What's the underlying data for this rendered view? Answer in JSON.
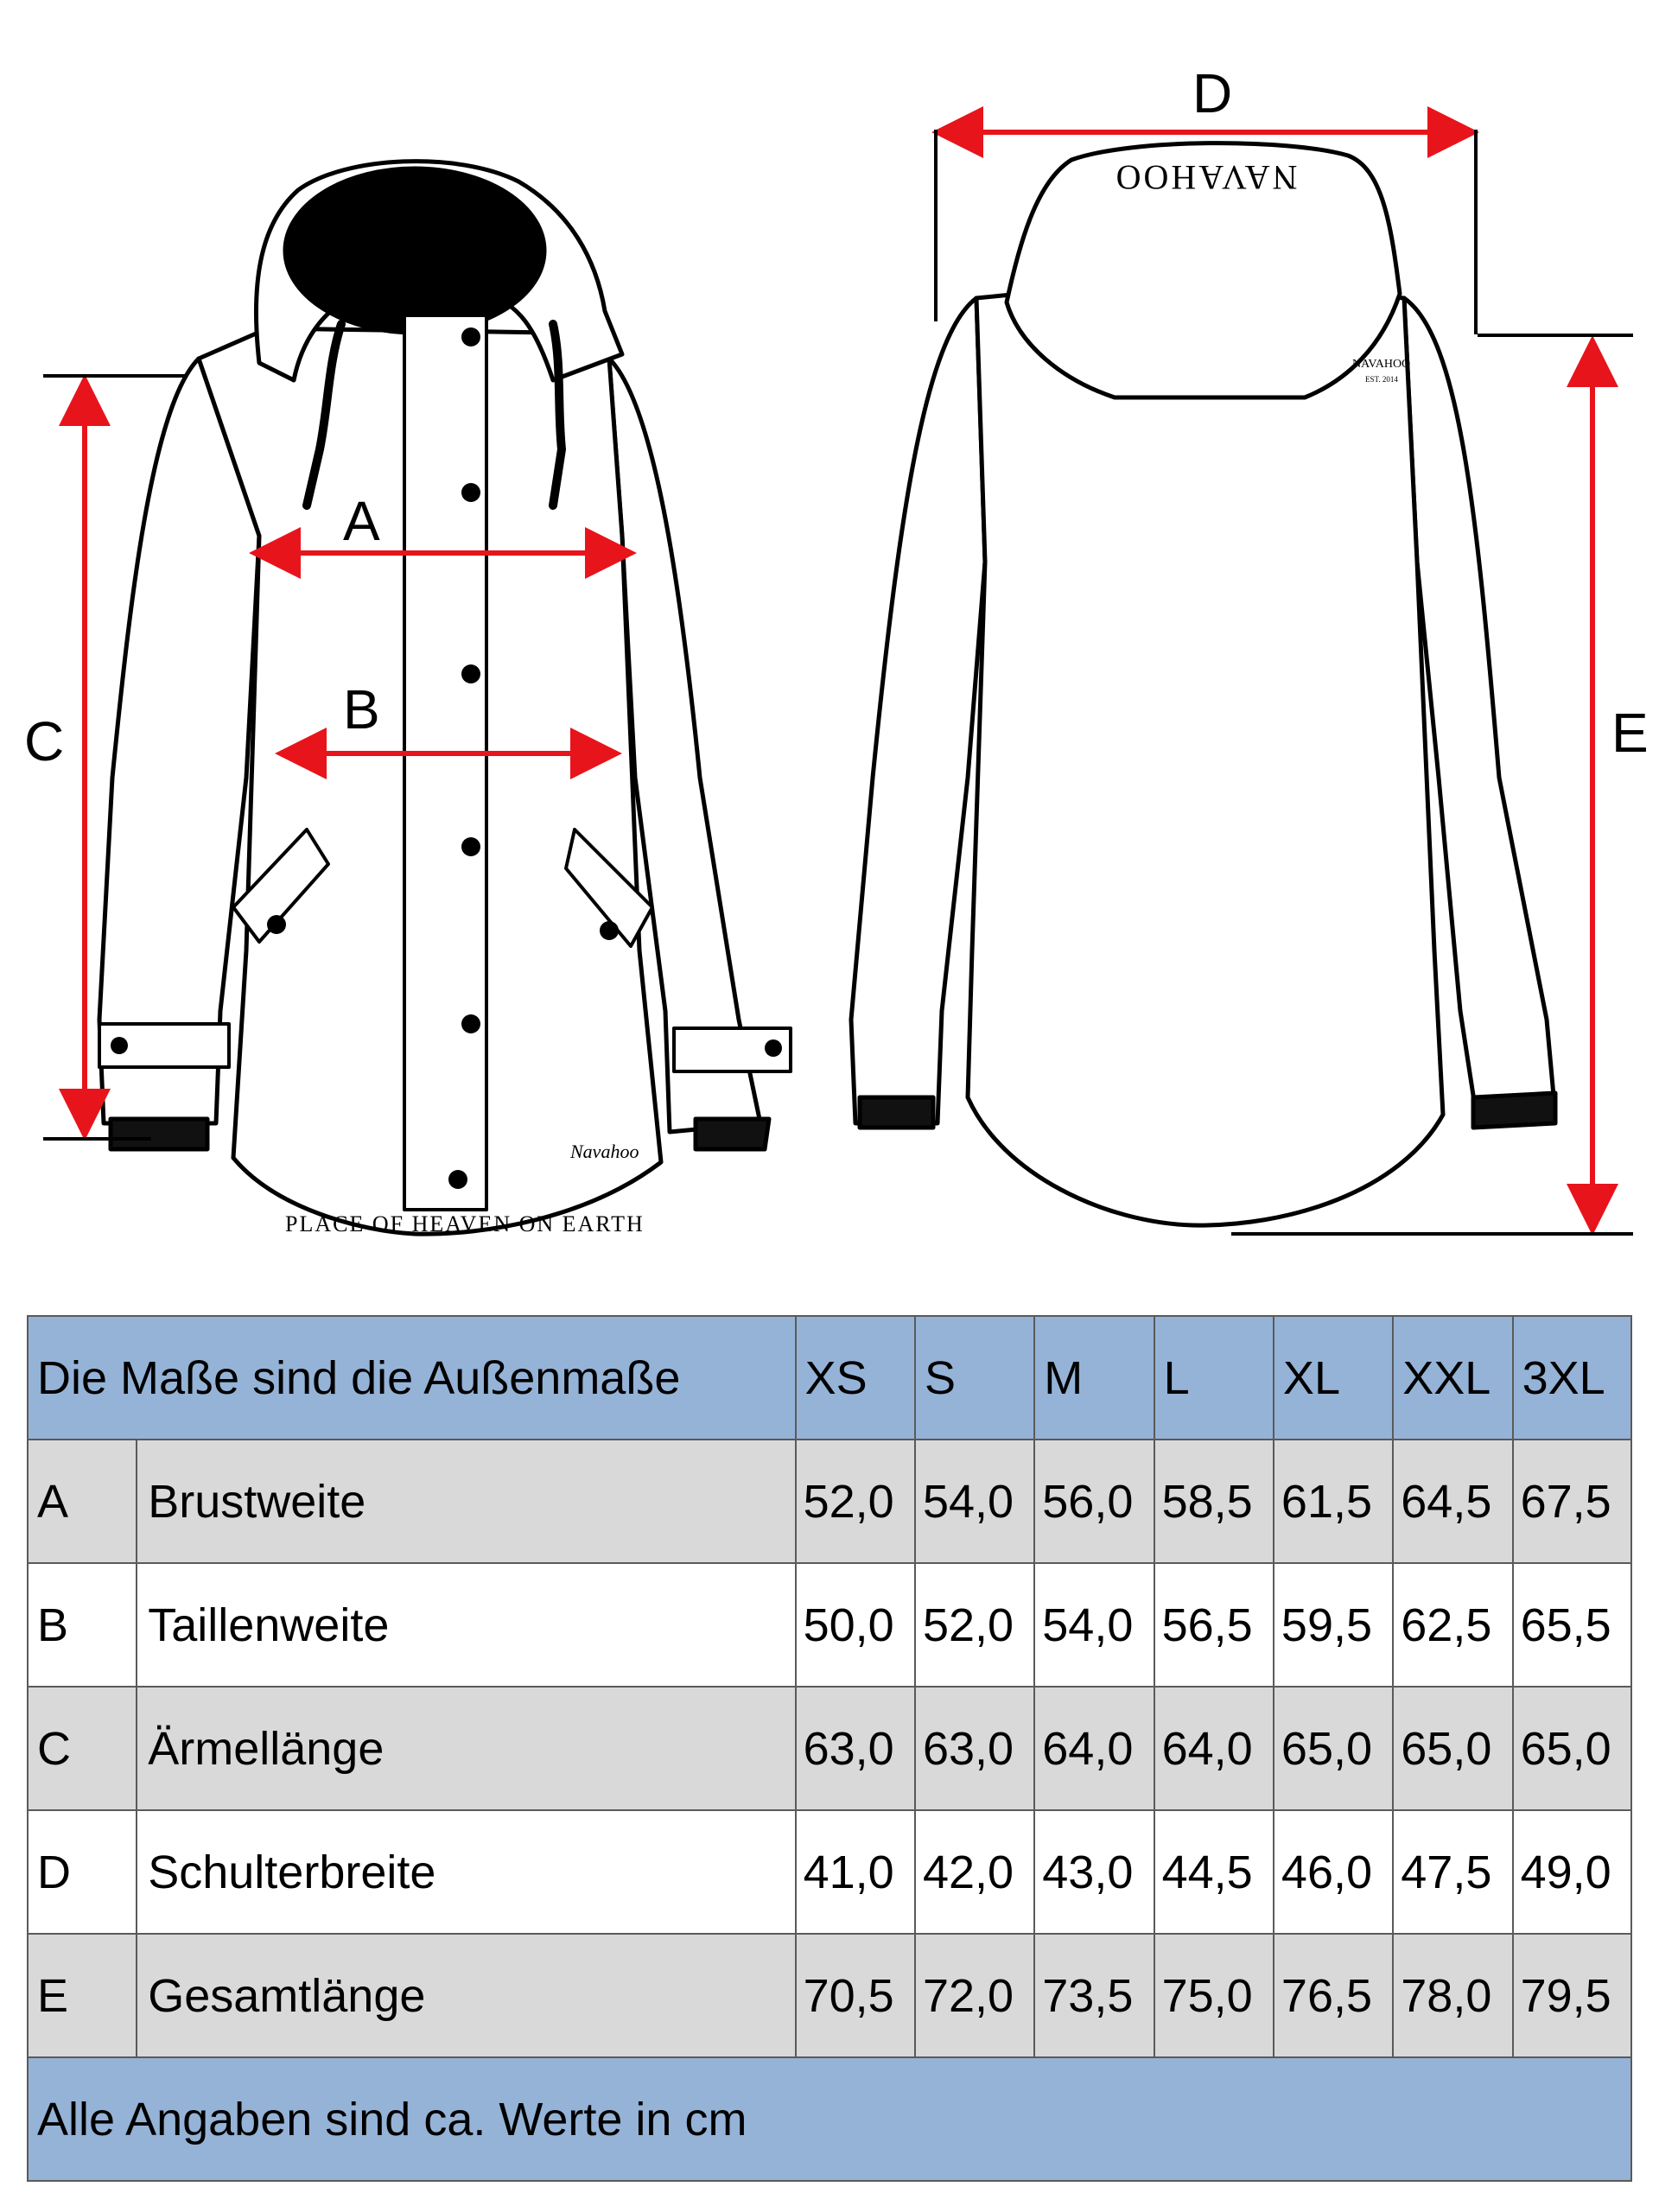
{
  "diagram": {
    "labels": {
      "A": "A",
      "B": "B",
      "C": "C",
      "D": "D",
      "E": "E"
    },
    "front_hem_text": "PLACE OF HEAVEN ON EARTH",
    "front_signature": "Navahoo",
    "back_hood_brand": "NAVAHOO",
    "back_label": "NAVAHOO",
    "back_label_sub": "EST. 2014",
    "colors": {
      "arrow": "#e8141b",
      "outline": "#000000"
    }
  },
  "table": {
    "header_title": "Die Maße sind die Außenmaße",
    "sizes": [
      "XS",
      "S",
      "M",
      "L",
      "XL",
      "XXL",
      "3XL"
    ],
    "rows": [
      {
        "code": "A",
        "name": "Brustweite",
        "values": [
          "52,0",
          "54,0",
          "56,0",
          "58,5",
          "61,5",
          "64,5",
          "67,5"
        ]
      },
      {
        "code": "B",
        "name": "Taillenweite",
        "values": [
          "50,0",
          "52,0",
          "54,0",
          "56,5",
          "59,5",
          "62,5",
          "65,5"
        ]
      },
      {
        "code": "C",
        "name": "Ärmellänge",
        "values": [
          "63,0",
          "63,0",
          "64,0",
          "64,0",
          "65,0",
          "65,0",
          "65,0"
        ]
      },
      {
        "code": "D",
        "name": "Schulterbreite",
        "values": [
          "41,0",
          "42,0",
          "43,0",
          "44,5",
          "46,0",
          "47,5",
          "49,0"
        ]
      },
      {
        "code": "E",
        "name": "Gesamtlänge",
        "values": [
          "70,5",
          "72,0",
          "73,5",
          "75,0",
          "76,5",
          "78,0",
          "79,5"
        ]
      }
    ],
    "footer_note": "Alle Angaben sind ca. Werte in cm",
    "colors": {
      "header_bg": "#95b3d7",
      "row_grey": "#d9d9d9",
      "row_white": "#ffffff",
      "border": "#5a5a5a"
    }
  }
}
